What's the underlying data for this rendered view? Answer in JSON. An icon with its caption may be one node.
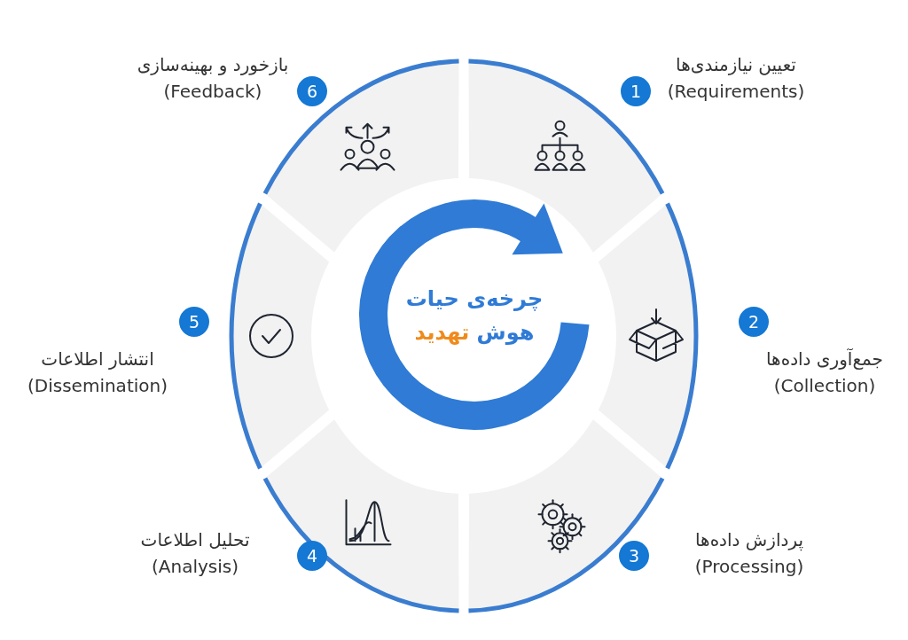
{
  "diagram": {
    "title": "چرخه‌ی حیات هوش تهدید",
    "nodes": [
      {
        "text": [
          "تعیین نیازمندی‌ها",
          "(Requirements)"
        ],
        "beside": [
          "1"
        ]
      },
      {
        "text": [
          "جمع‌آوری داده‌ها",
          "(Collection)"
        ],
        "beside": [
          "2"
        ]
      },
      {
        "text": [
          "پردازش داده‌ها",
          "(Processing)"
        ],
        "beside": [
          "3"
        ]
      },
      {
        "text": [
          "تحلیل اطلاعات",
          "(Analysis)"
        ],
        "beside": [
          "4"
        ]
      },
      {
        "text": [
          "انتشار اطلاعات",
          "(Dissemination)"
        ],
        "beside": [
          "5"
        ]
      },
      {
        "text": [
          "بازخورد و بهینه‌سازی",
          "(Feedback)"
        ],
        "beside": [
          "6"
        ]
      }
    ]
  }
}
